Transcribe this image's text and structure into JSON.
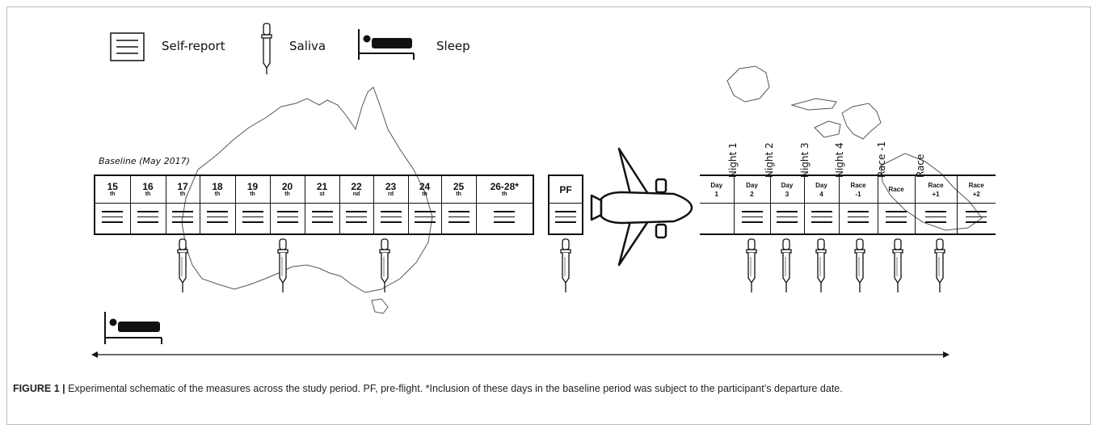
{
  "legend": {
    "self_report": "Self-report",
    "saliva": "Saliva",
    "sleep": "Sleep"
  },
  "baseline_title": "Baseline (May 2017)",
  "baseline_days": [
    {
      "num": "15",
      "suf": "th"
    },
    {
      "num": "16",
      "suf": "th"
    },
    {
      "num": "17",
      "suf": "th"
    },
    {
      "num": "18",
      "suf": "th"
    },
    {
      "num": "19",
      "suf": "th"
    },
    {
      "num": "20",
      "suf": "th"
    },
    {
      "num": "21",
      "suf": "st"
    },
    {
      "num": "22",
      "suf": "nd"
    },
    {
      "num": "23",
      "suf": "rd"
    },
    {
      "num": "24",
      "suf": "th"
    },
    {
      "num": "25",
      "suf": "th"
    },
    {
      "num": "26-28*",
      "suf": "th"
    }
  ],
  "pf_label": "PF",
  "travel_days": [
    {
      "l1": "Day",
      "l2": "1"
    },
    {
      "l1": "Day",
      "l2": "2"
    },
    {
      "l1": "Day",
      "l2": "3"
    },
    {
      "l1": "Day",
      "l2": "4"
    },
    {
      "l1": "Race",
      "l2": "-1"
    },
    {
      "l1": "Race",
      "l2": ""
    },
    {
      "l1": "Race",
      "l2": "+1"
    },
    {
      "l1": "Race",
      "l2": "+2"
    }
  ],
  "night_labels": [
    "Night 1",
    "Night 2",
    "Night 3",
    "Night 4",
    "Race -1",
    "Race"
  ],
  "caption": {
    "tag": "FIGURE 1 |",
    "text": " Experimental schematic of the measures across the study period. PF, pre-flight. *Inclusion of these days in the baseline period was subject to the participant’s departure date."
  }
}
